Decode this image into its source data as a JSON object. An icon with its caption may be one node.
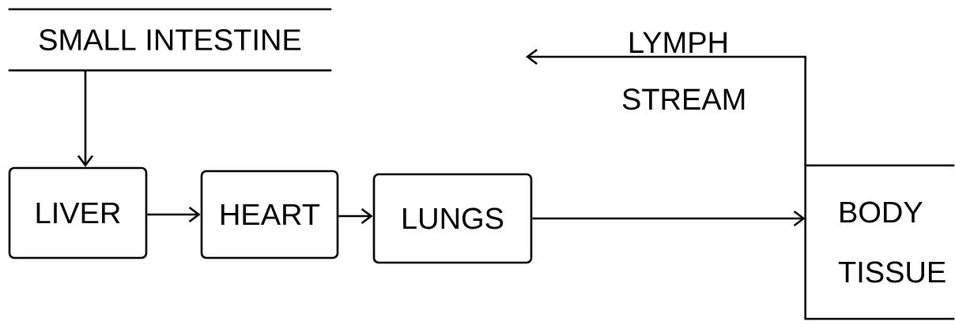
{
  "diagram": {
    "nodes": [
      {
        "text": [
          "SMALL INTESTINE"
        ]
      },
      {
        "text": [
          "LIVER"
        ]
      },
      {
        "text": [
          "HEART"
        ]
      },
      {
        "text": [
          "LUNGS"
        ]
      },
      {
        "text": [
          "BODY TISSUE"
        ]
      }
    ],
    "edges": [
      {
        "from": 0,
        "to": 1,
        "arrow": "to"
      },
      {
        "from": 1,
        "to": 2,
        "arrow": "to"
      },
      {
        "from": 2,
        "to": 3,
        "arrow": "to"
      },
      {
        "from": 3,
        "to": 4,
        "arrow": "to"
      },
      {
        "from": 4,
        "to": null,
        "arrow": "to",
        "label": "LYMPH STREAM"
      }
    ]
  }
}
